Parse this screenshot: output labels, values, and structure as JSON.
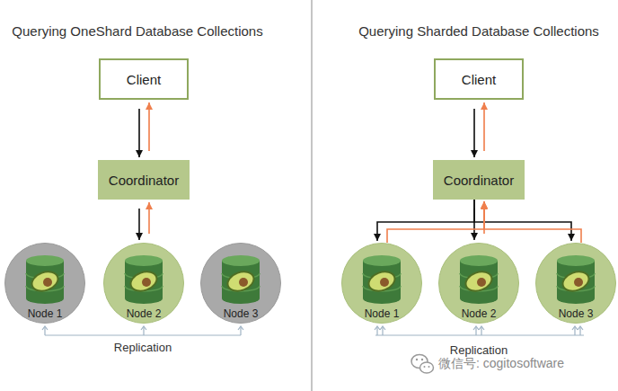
{
  "diagram": {
    "nodes": [
      {
        "text": [
          "Client"
        ]
      },
      {
        "text": [
          "Coordinator"
        ]
      },
      {
        "text": [
          "Node 1"
        ]
      },
      {
        "text": [
          "Node 2"
        ]
      },
      {
        "text": [
          "Node 3"
        ]
      },
      {
        "text": [
          "Client"
        ]
      },
      {
        "text": [
          "Coordinator"
        ]
      },
      {
        "text": [
          "Node 1"
        ]
      },
      {
        "text": [
          "Node 2"
        ]
      },
      {
        "text": [
          "Node 3"
        ]
      }
    ],
    "edges": [
      {
        "from": 0,
        "to": 1,
        "arrow": "to"
      },
      {
        "from": 1,
        "to": 0,
        "arrow": "to"
      },
      {
        "from": 1,
        "to": 3,
        "arrow": "to"
      },
      {
        "from": 3,
        "to": 1,
        "arrow": "to"
      },
      {
        "from": 5,
        "to": 6,
        "arrow": "to"
      },
      {
        "from": 6,
        "to": 5,
        "arrow": "to"
      },
      {
        "from": 6,
        "to": 7,
        "arrow": "to"
      },
      {
        "from": 6,
        "to": 8,
        "arrow": "to"
      },
      {
        "from": 6,
        "to": 9,
        "arrow": "to"
      },
      {
        "from": 7,
        "to": 6,
        "arrow": "to"
      },
      {
        "from": 8,
        "to": 6,
        "arrow": "to"
      },
      {
        "from": 9,
        "to": 6,
        "arrow": "to"
      }
    ],
    "labels": [
      "Querying OneShard Database Collections",
      "Querying Sharded Database Collections",
      "Replication",
      "Replication",
      "微信号: cogitosoftware"
    ]
  }
}
